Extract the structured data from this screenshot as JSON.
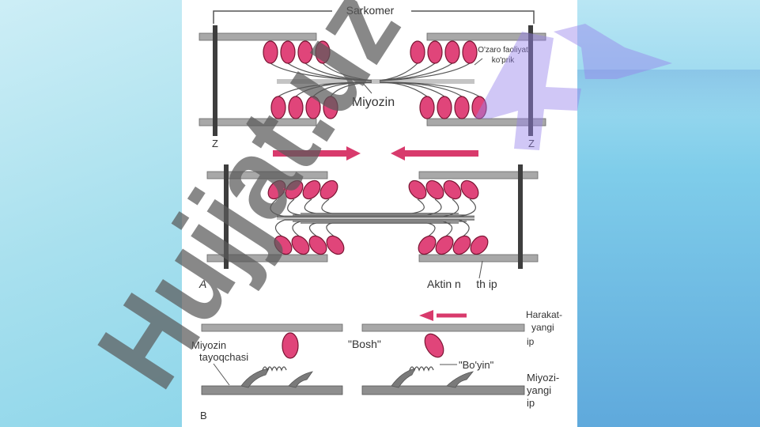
{
  "diagram": {
    "sarcomere_label": "Sarkomer",
    "cross_bridge_label_line1": "O'zaro faoliyat",
    "cross_bridge_label_line2": "ko'prik",
    "myosin_label": "Miyozin",
    "z_left": "Z",
    "z_right": "Z",
    "panel_a_label": "A",
    "actin_label": "Aktin n     th ip",
    "panel_b_label": "B",
    "myosin_stalk_line1": "Miyozin",
    "myosin_stalk_line2": "tayoqchasi",
    "head_label": "\"Bosh\"",
    "neck_label": "\"Bo'yin\"",
    "moving_filament_line1": "Harakat-",
    "moving_filament_line2": "yangi",
    "moving_filament_line3": "ip",
    "myosin_filament_line1": "Miyozi-",
    "myosin_filament_line2": "yangi",
    "myosin_filament_line3": "ip"
  },
  "watermark": {
    "text": "Hujjat.uz"
  },
  "colors": {
    "head_fill": "#e0457a",
    "head_stroke": "#7a1533",
    "arrow": "#d83a6c",
    "filament": "#9a9a9a",
    "watermark_gray": "rgba(90,90,90,0.72)",
    "watermark_violet": "rgba(150,130,235,0.45)"
  }
}
